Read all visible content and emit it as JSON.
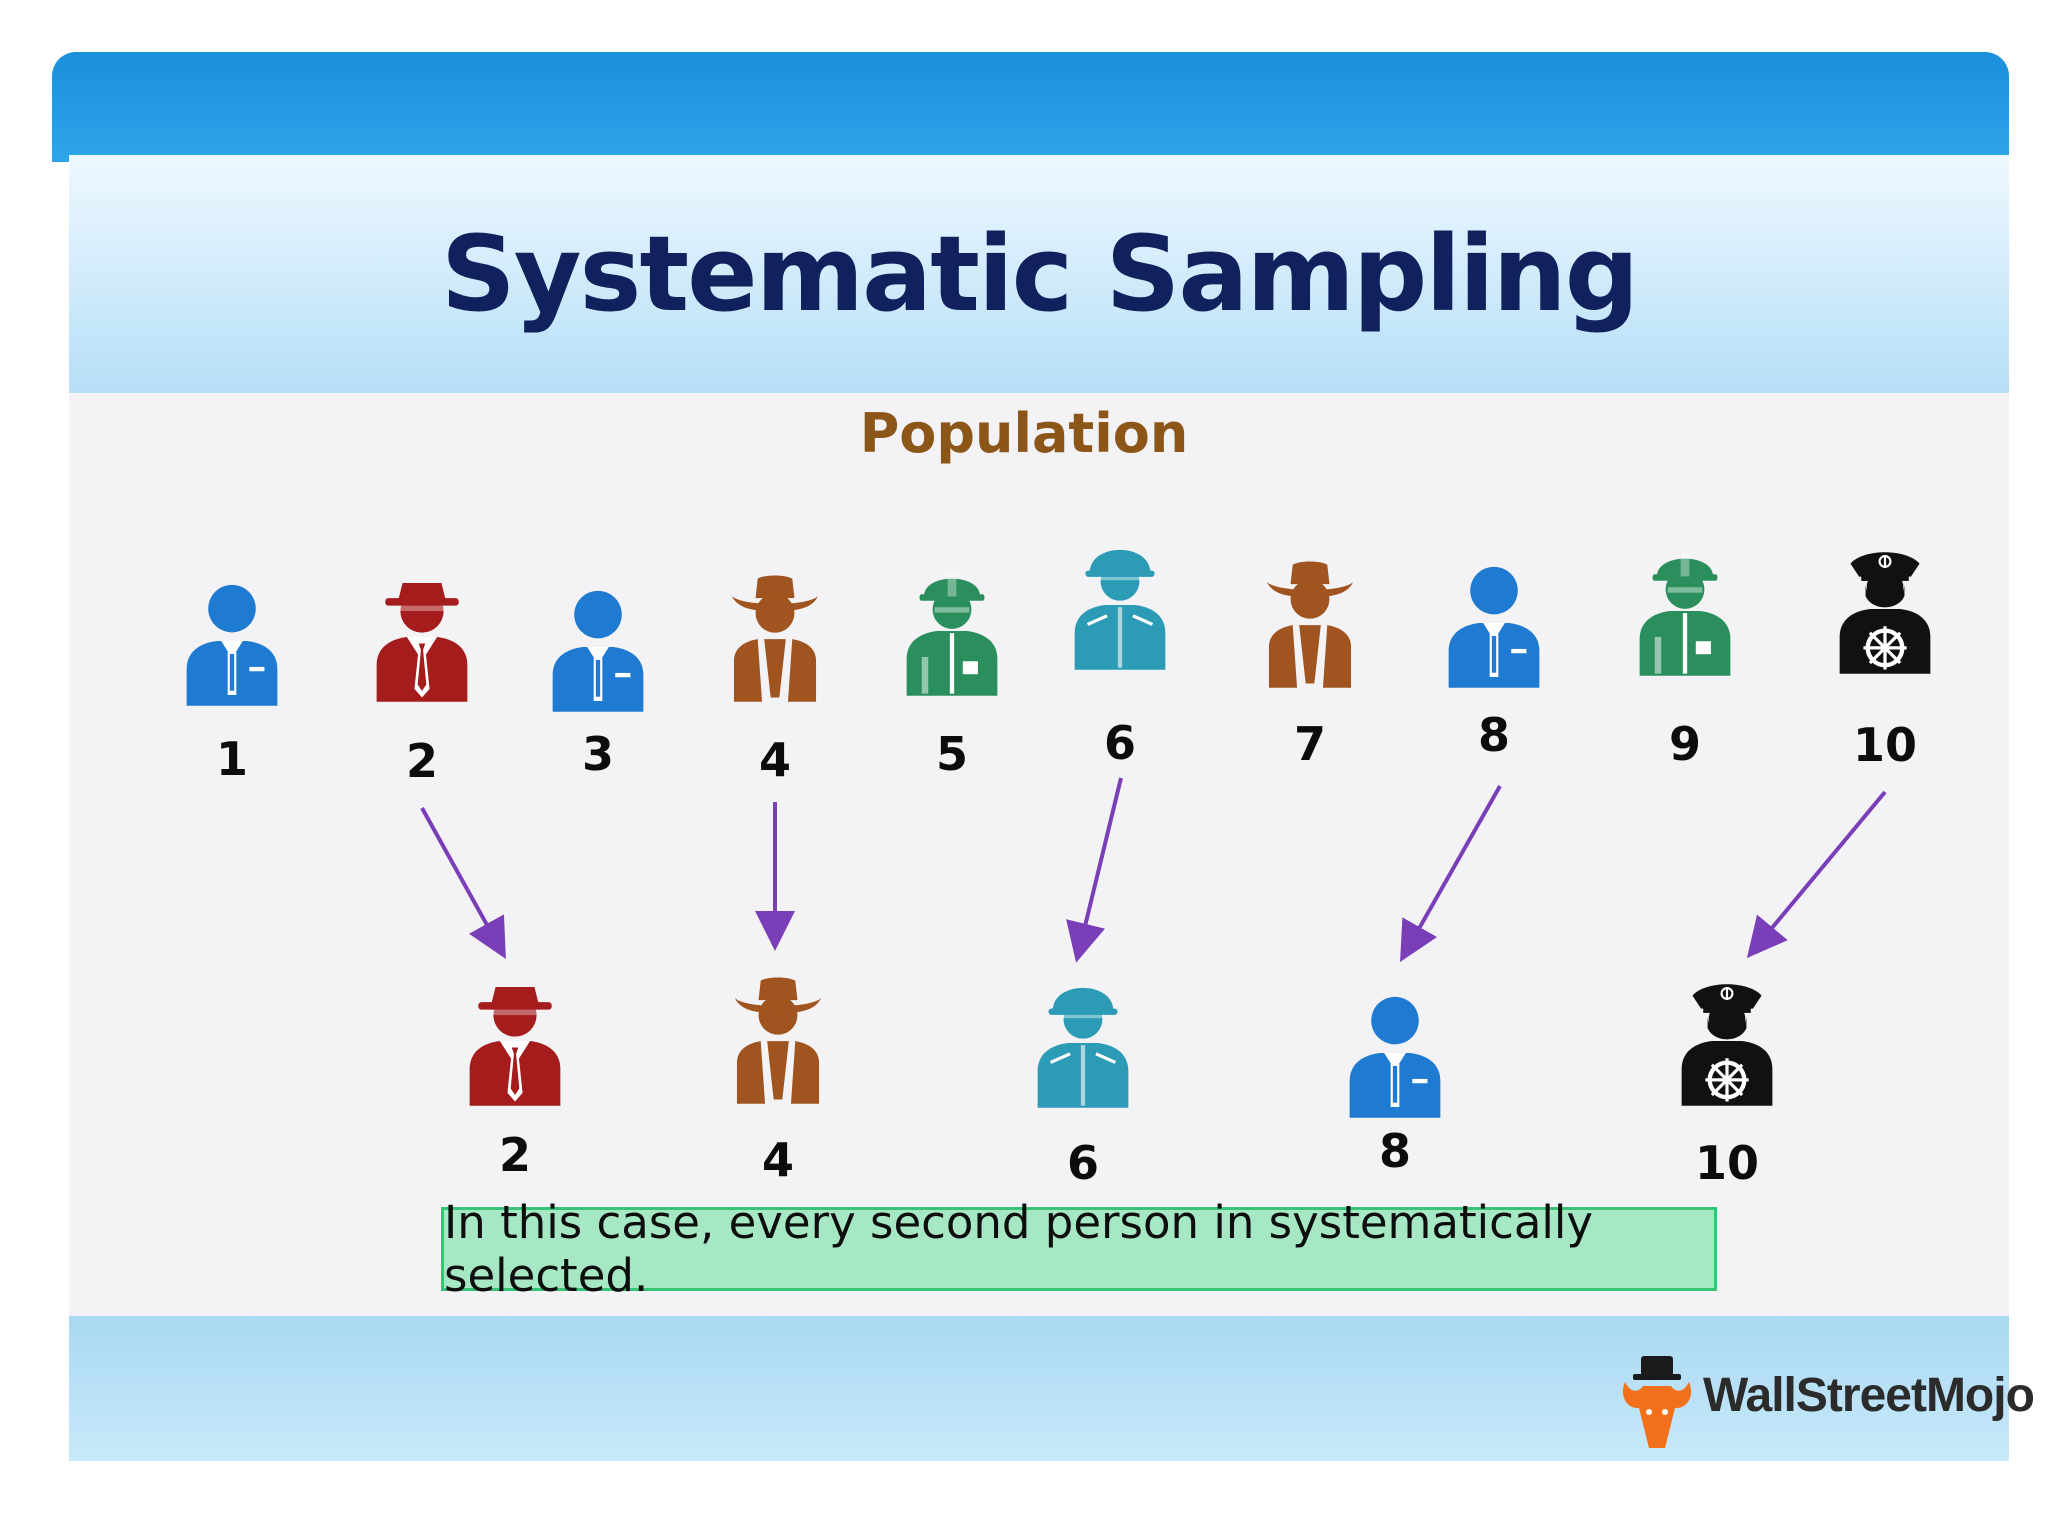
{
  "title": "Systematic Sampling",
  "subtitle": "Population",
  "note": "In this case, every second person in systematically selected.",
  "brand": {
    "name": "WallStreetMojo"
  },
  "population": [
    {
      "label": "1",
      "icon": "businessman-icon",
      "color": "#1f7ad1"
    },
    {
      "label": "2",
      "icon": "spy-icon",
      "color": "#a41c1c"
    },
    {
      "label": "3",
      "icon": "businessman-icon",
      "color": "#1f7ad1"
    },
    {
      "label": "4",
      "icon": "cowboy-icon",
      "color": "#a0541f"
    },
    {
      "label": "5",
      "icon": "firefighter-icon",
      "color": "#2a8f5c"
    },
    {
      "label": "6",
      "icon": "soldier-icon",
      "color": "#2c9bb5"
    },
    {
      "label": "7",
      "icon": "cowboy-icon",
      "color": "#a0541f"
    },
    {
      "label": "8",
      "icon": "businessman-icon",
      "color": "#1f7ad1"
    },
    {
      "label": "9",
      "icon": "firefighter-icon",
      "color": "#2a8f5c"
    },
    {
      "label": "10",
      "icon": "captain-icon",
      "color": "#111111"
    }
  ],
  "sample": [
    {
      "label": "2",
      "icon": "spy-icon",
      "color": "#a41c1c"
    },
    {
      "label": "4",
      "icon": "cowboy-icon",
      "color": "#a0541f"
    },
    {
      "label": "6",
      "icon": "soldier-icon",
      "color": "#2c9bb5"
    },
    {
      "label": "8",
      "icon": "businessman-icon",
      "color": "#1f7ad1"
    },
    {
      "label": "10",
      "icon": "captain-icon",
      "color": "#111111"
    }
  ],
  "arrow_color": "#7a3fb8"
}
